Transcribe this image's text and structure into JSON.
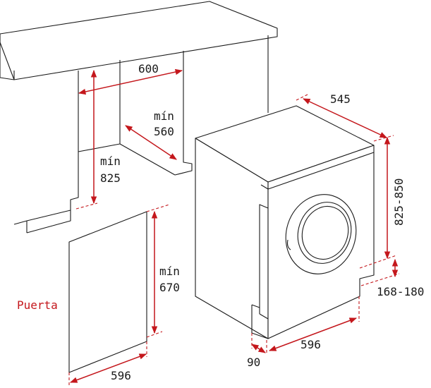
{
  "colors": {
    "dimension": "#c4171c",
    "outline": "#1a1a1a",
    "background": "#ffffff"
  },
  "labels": {
    "cabinet_width": "600",
    "cabinet_depth_prefix": "mín",
    "cabinet_depth_value": "560",
    "cabinet_height_prefix": "mín",
    "cabinet_height_value": "825",
    "appliance_depth": "545",
    "appliance_height": "825-850",
    "feet_height": "168-180",
    "appliance_width": "596",
    "plinth_depth": "90",
    "door_height_prefix": "mín",
    "door_height_value": "670",
    "door_name": "Puerta",
    "door_width": "596"
  }
}
